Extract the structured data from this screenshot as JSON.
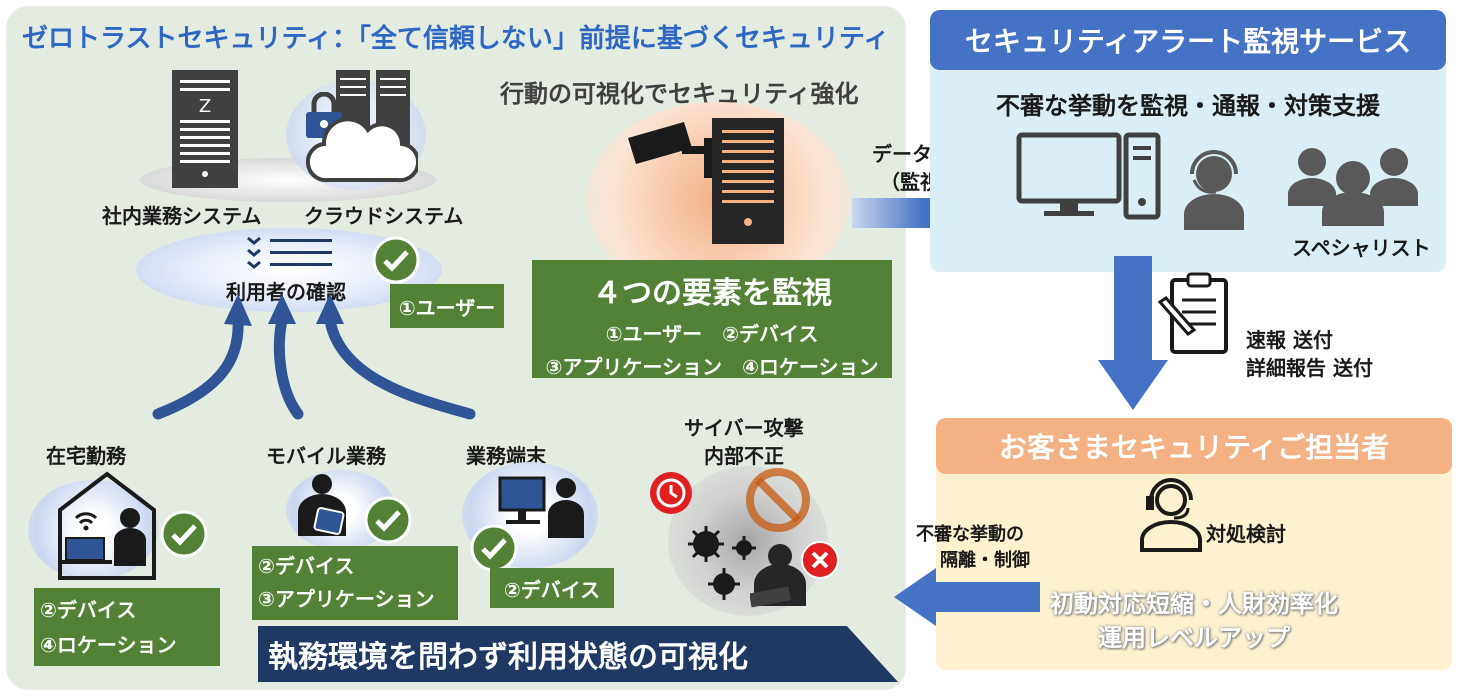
{
  "title": "ゼロトラストセキュリティ：「全て信頼しない」前提に基づくセキュリティ",
  "visibility_subtitle": "行動の可視化でセキュリティ強化",
  "systems": {
    "internal_label": "社内業務システム",
    "cloud_label": "クラウドシステム",
    "user_check_label": "利用者の確認",
    "user_item": "①ユーザー"
  },
  "monitor_box": {
    "title": "４つの要素を監視",
    "line1": "①ユーザー　②デバイス",
    "line2": "③アプリケーション　④ロケーション"
  },
  "environments": {
    "home": {
      "label": "在宅勤務",
      "items": [
        "②デバイス",
        "④ロケーション"
      ]
    },
    "mobile": {
      "label": "モバイル業務",
      "items": [
        "②デバイス",
        "③アプリケーション"
      ]
    },
    "terminal": {
      "label": "業務端末",
      "items": [
        "②デバイス"
      ]
    }
  },
  "threat": {
    "line1": "サイバー攻撃",
    "line2": "内部不正"
  },
  "banner": "執務環境を問わず利用状態の可視化",
  "data_collect": {
    "line1": "データ収集",
    "line2": "（監視）"
  },
  "alert_service": {
    "title": "セキュリティアラート監視サービス",
    "subtitle": "不審な挙動を監視・通報・対策支援",
    "specialist_label": "スペシャリスト"
  },
  "report": {
    "line1": "速報 送付",
    "line2": "詳細報告 送付"
  },
  "customer": {
    "title": "お客さまセキュリティご担当者",
    "action_label": "対処検討",
    "benefit1": "初動対応短縮・人財効率化",
    "benefit2": "運用レベルアップ"
  },
  "isolation": {
    "line1": "不審な挙動の",
    "line2": "隔離・制御"
  },
  "colors": {
    "zt_panel": "#e4ece1",
    "title_blue": "#2e67c4",
    "green": "#538135",
    "navy": "#1f3864",
    "arrow_blue": "#4472c4",
    "alert_bg": "#dbeef6",
    "customer_head": "#f4b183",
    "customer_bg": "#fdf2d0"
  }
}
